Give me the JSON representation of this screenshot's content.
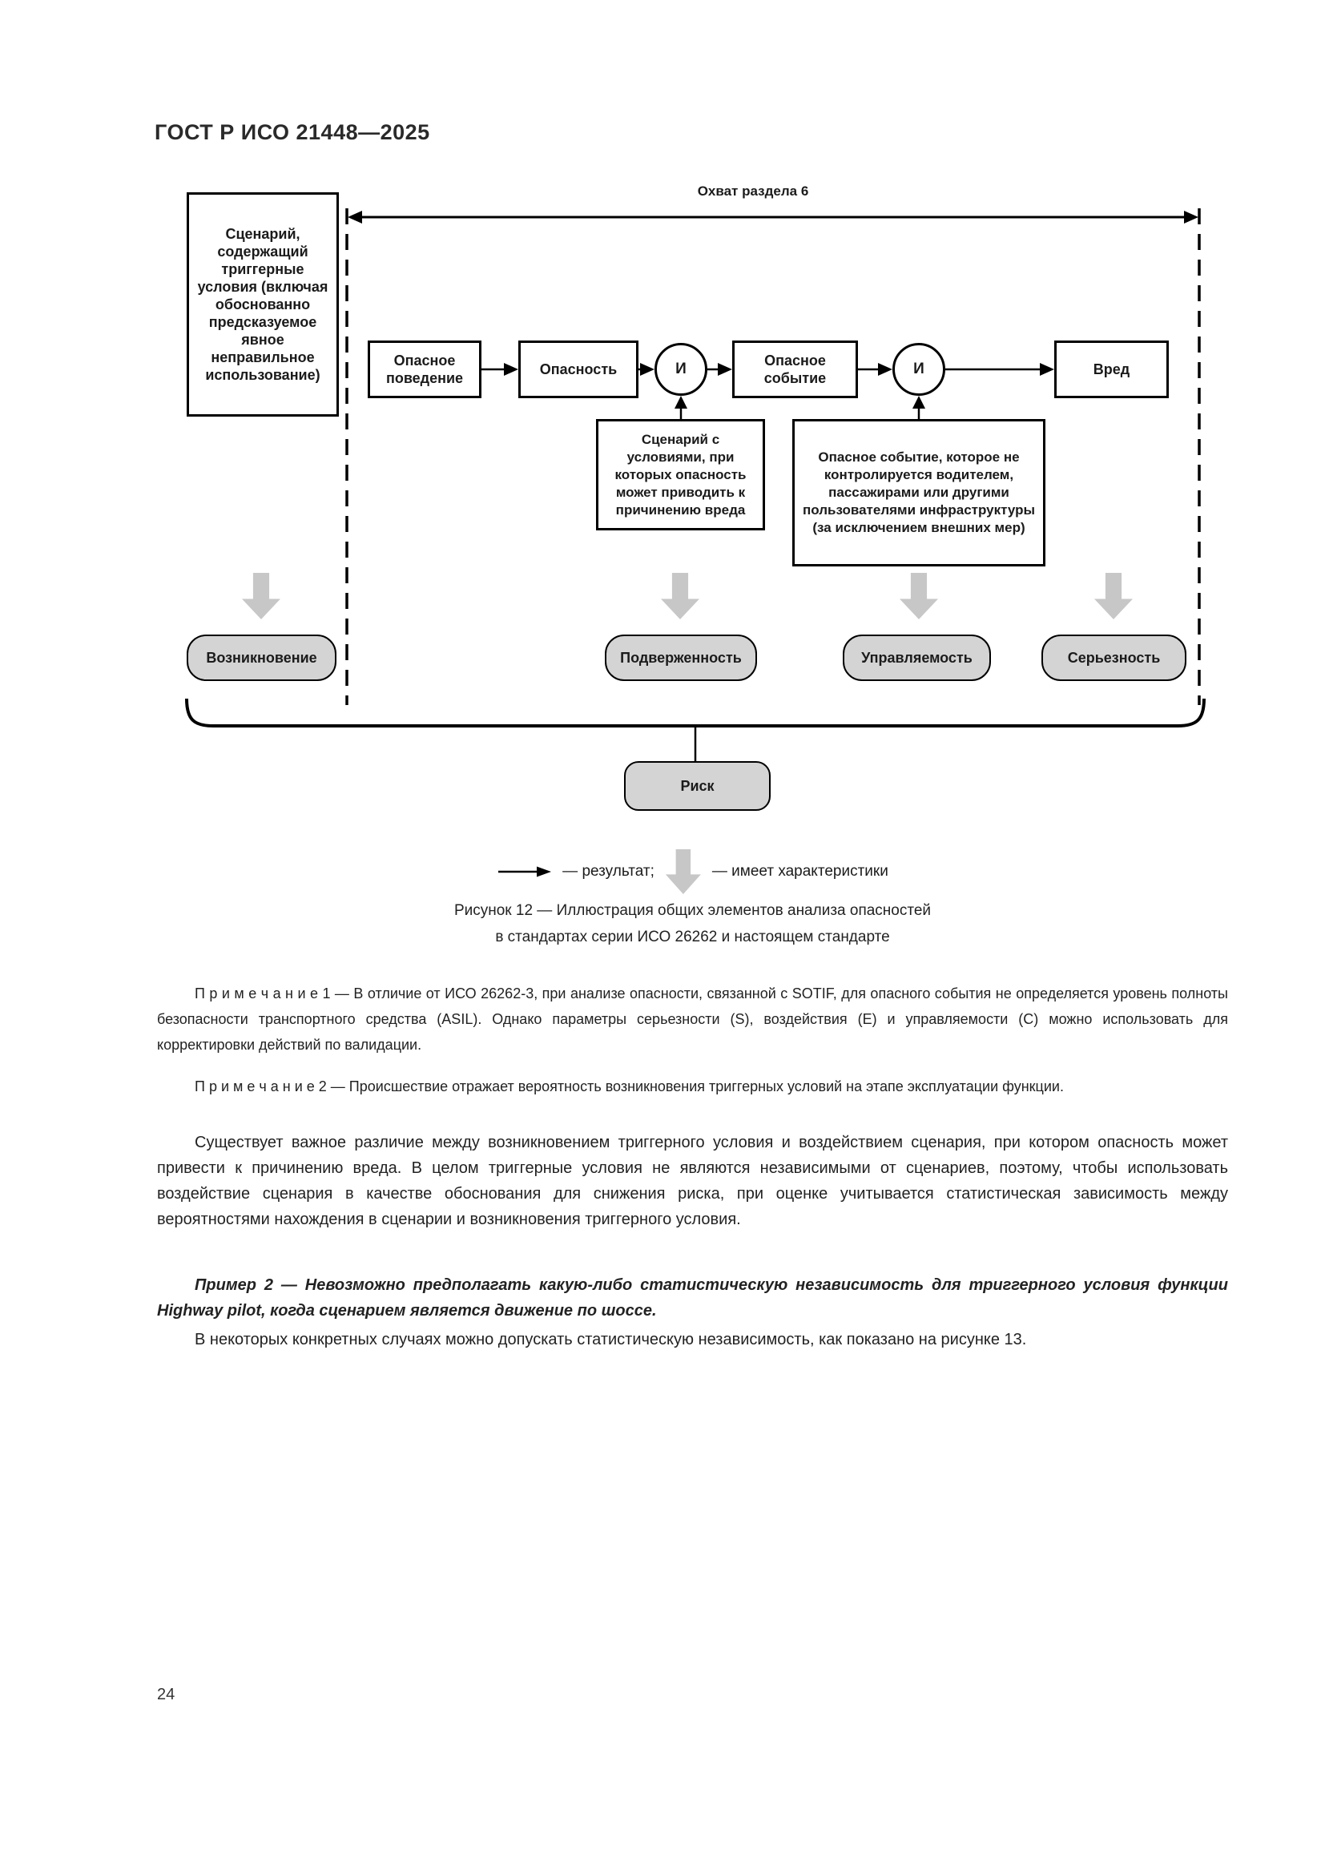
{
  "page": {
    "header": "ГОСТ Р ИСО 21448—2025",
    "number": "24"
  },
  "diagram": {
    "scope_label": "Охват раздела 6",
    "scenario_box": "Сценарий, содержащий триггерные условия (включая обоснованно предсказуемое явное неправильное использование)",
    "flow": {
      "hazardous_behavior": "Опасное поведение",
      "hazard": "Опасность",
      "and1": "И",
      "hazardous_event": "Опасное событие",
      "and2": "И",
      "harm": "Вред"
    },
    "annotation_scenario": "Сценарий с условиями, при которых опасность может приводить к причинению вреда",
    "annotation_event": "Опасное событие, которое не контролируется водителем, пассажирами или другими пользователями инфраструктуры (за исключением внешних мер)",
    "characteristics": {
      "occurrence": "Возникновение",
      "exposure": "Подверженность",
      "controllability": "Управляемость",
      "severity": "Серьезность"
    },
    "risk": "Риск",
    "legend": {
      "result": "— результат;",
      "has_characteristics": "— имеет характеристики"
    },
    "colors": {
      "gray_fill": "#d4d4d4",
      "gray_arrow": "#c7c7c7",
      "line": "#000000"
    }
  },
  "caption": {
    "line1": "Рисунок 12 — Иллюстрация общих элементов анализа опасностей",
    "line2": "в стандартах серии ИСО 26262 и настоящем стандарте"
  },
  "body": {
    "note1": "П р и м е ч а н и е   1 — В отличие от ИСО 26262-3, при анализе опасности, связанной с SOTIF, для опасного события не определяется уровень полноты безопасности транспортного средства (ASIL). Однако параметры серьезности (S), воздействия (E) и управляемости (C) можно использовать для корректировки действий по валидации.",
    "note2": "П р и м е ч а н и е   2 — Происшествие отражает вероятность возникновения триггерных условий на этапе эксплуатации функции.",
    "para1": "Существует важное различие между возникновением триггерного условия и воздействием сценария, при котором опасность может привести к причинению вреда. В целом триггерные условия не являются независимыми от сценариев, поэтому, чтобы использовать воздействие сценария в качестве обоснования для снижения риска, при оценке учитывается статистическая зависимость между вероятностями нахождения в сценарии и возникновения триггерного условия.",
    "example2": "Пример 2 — Невозможно предполагать какую-либо статистическую независимость для триггерного условия функции Highway pilot, когда сценарием является движение по шоссе.",
    "para2": "В некоторых конкретных случаях можно допускать статистическую независимость, как показано на рисунке 13."
  }
}
